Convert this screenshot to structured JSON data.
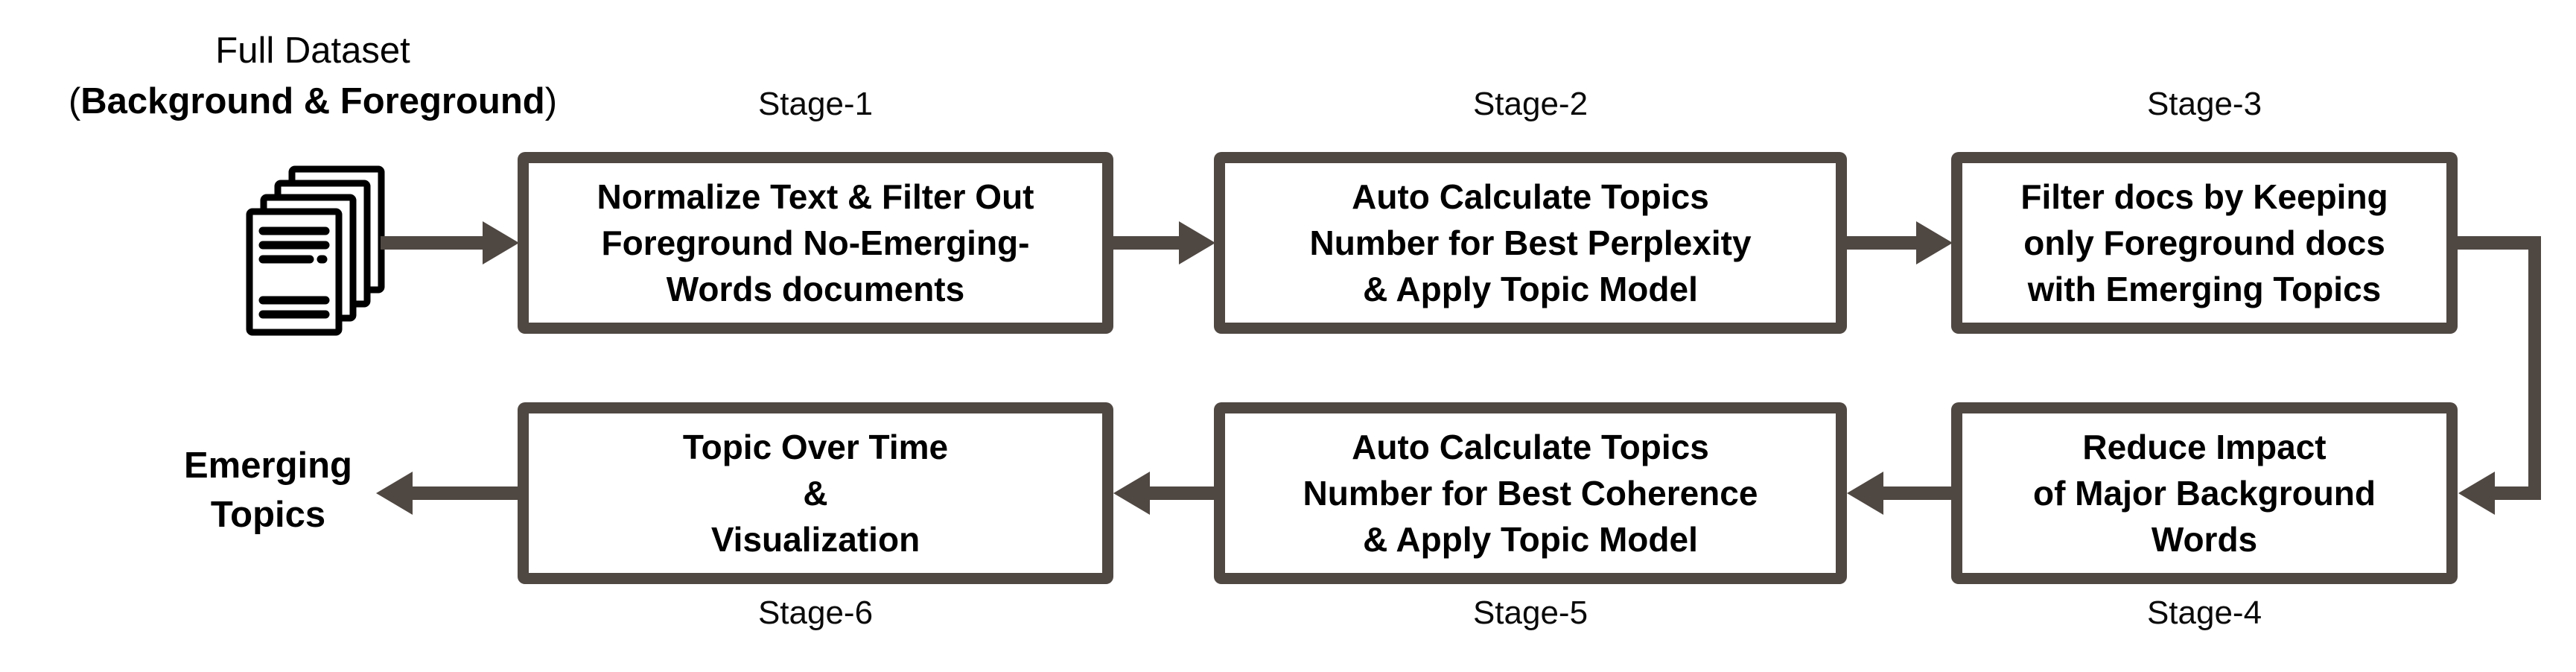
{
  "diagram": {
    "input_label": {
      "line1": "Full Dataset",
      "paren_open": "(",
      "bold_text": "Background & Foreground",
      "paren_close": ")"
    },
    "output_label": {
      "line1": "Emerging",
      "line2": "Topics"
    },
    "stages": [
      {
        "label": "Stage-1",
        "label_position": "above",
        "lines": [
          "Normalize Text & Filter Out",
          "Foreground No-Emerging-",
          "Words documents"
        ]
      },
      {
        "label": "Stage-2",
        "label_position": "above",
        "lines": [
          "Auto Calculate Topics",
          "Number for Best Perplexity",
          "& Apply Topic Model"
        ]
      },
      {
        "label": "Stage-3",
        "label_position": "above",
        "lines": [
          "Filter docs by Keeping",
          "only Foreground docs",
          "with Emerging Topics"
        ]
      },
      {
        "label": "Stage-4",
        "label_position": "below",
        "lines": [
          "Reduce Impact",
          "of Major Background",
          "Words"
        ]
      },
      {
        "label": "Stage-5",
        "label_position": "below",
        "lines": [
          "Auto Calculate Topics",
          "Number for Best Coherence",
          "& Apply Topic Model"
        ]
      },
      {
        "label": "Stage-6",
        "label_position": "below",
        "lines": [
          "Topic Over Time",
          "&",
          "Visualization"
        ]
      }
    ],
    "flow": [
      "documents-input -> stage-1",
      "stage-1 -> stage-2",
      "stage-2 -> stage-3",
      "stage-3 -> stage-4 (elbow right-down-left)",
      "stage-4 -> stage-5",
      "stage-5 -> stage-6",
      "stage-6 -> emerging-topics"
    ],
    "icons": {
      "documents": "documents-stack-icon"
    },
    "colors": {
      "connector": "#4F4742",
      "box_border": "#4F4742",
      "box_fill": "#FFFFFF",
      "text": "#000000",
      "background": "#FFFFFF"
    }
  }
}
